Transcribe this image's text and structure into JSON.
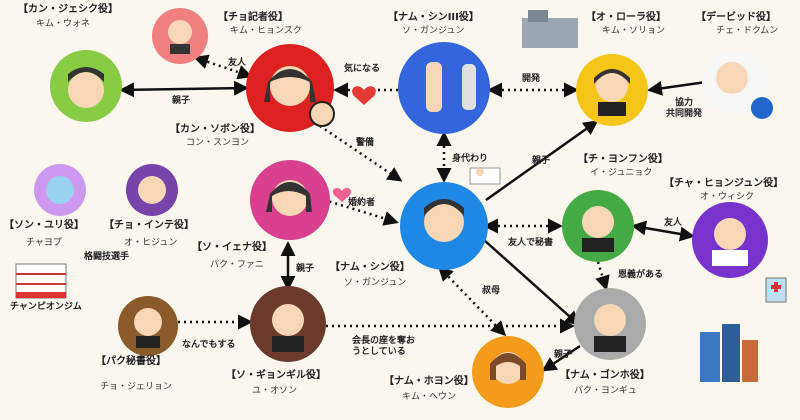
{
  "colors": {
    "background": "#fbf7ef",
    "line": "#111111"
  },
  "characters": {
    "kang_jaesik": {
      "role": "【カン・ジェシク役】",
      "actor": "キム・ウォネ",
      "color": "#88cc44",
      "icon": "man-face-icon"
    },
    "jo_reporter": {
      "role": "【チョ記者役】",
      "actor": "キム・ヒョンスク",
      "color": "#f08080",
      "icon": "photographer-icon"
    },
    "kang_sobon": {
      "role": "【カン・ソボン役】",
      "actor": "コン・スンヨン",
      "color": "#dd2020",
      "icon": "woman-face-icon"
    },
    "nam_shin3": {
      "role": "【ナム・シンIII役】",
      "actor": "ソ・ガンジュン",
      "color": "#3366dd",
      "icon": "android-icon"
    },
    "oh_rora": {
      "role": "【オ・ローラ役】",
      "actor": "キム・ソリョン",
      "color": "#f5c518",
      "icon": "business-woman-icon"
    },
    "david": {
      "role": "【デービッド役】",
      "actor": "チェ・ドクムン",
      "color": "#2266cc",
      "icon": "engineer-icon"
    },
    "song_yuri": {
      "role": "【ソン・ユリ役】",
      "actor": "チャヨプ",
      "color": "#cc99ee",
      "icon": "sick-face-icon"
    },
    "jo_inte": {
      "role": "【チョ・インテ役】",
      "actor": "オ・ヒジュン",
      "color": "#7744aa",
      "icon": "sleepy-face-icon"
    },
    "seo_yena": {
      "role": "【ソ・イェナ役】",
      "actor": "パク・ファニ",
      "color": "#d9408f",
      "icon": "woman-blush-icon"
    },
    "nam_shin": {
      "role": "【ナム・シン役】",
      "actor": "ソ・ガンジュン",
      "color": "#1e88e5",
      "icon": "young-man-icon"
    },
    "ji_yonghun": {
      "role": "【チ・ヨンフン役】",
      "actor": "イ・ジュニョク",
      "color": "#44aa44",
      "icon": "secretary-icon"
    },
    "cha_hyonjun": {
      "role": "【チャ・ヒョンジュン役】",
      "actor": "オ・ウィシク",
      "color": "#7733cc",
      "icon": "doctor-icon"
    },
    "park_secretary": {
      "role": "【パク秘書役】",
      "actor": "チョ・ジェリョン",
      "color": "#8b5a2b",
      "icon": "salaryman-icon"
    },
    "seo_jongil": {
      "role": "【ソ・ギョンギル役】",
      "actor": "ユ・オソン",
      "color": "#6b3a2a",
      "icon": "angry-boss-icon"
    },
    "nam_gonho": {
      "role": "【ナム・ゴンホ役】",
      "actor": "パク・ヨンギュ",
      "color": "#aaaaaa",
      "icon": "elder-man-icon"
    },
    "nam_hoyon": {
      "role": "【ナム・ホヨン役】",
      "actor": "キム・ヘウン",
      "color": "#f59b1c",
      "icon": "aunt-face-icon"
    }
  },
  "relations": {
    "oyako_1": "親子",
    "yujin_1": "友人",
    "kininaru": "気になる",
    "kaihatsu": "開発",
    "kyoryoku": "協力\n共同開発",
    "keibi": "警備",
    "migawari": "身代わり",
    "oyako_2": "親子",
    "konyakusha": "婚約者",
    "yujin_de_hisho": "友人で秘書",
    "yujin_2": "友人",
    "oyako_3": "親子",
    "onkgi": "恩義がある",
    "kakutou": "格闘技選手",
    "shukubo": "叔母",
    "nandemo": "なんでもする",
    "kaichou": "会長の座を奪お\nうとしている",
    "oyako_4": "親子"
  },
  "places": {
    "gym": "チャンピオンジム"
  }
}
